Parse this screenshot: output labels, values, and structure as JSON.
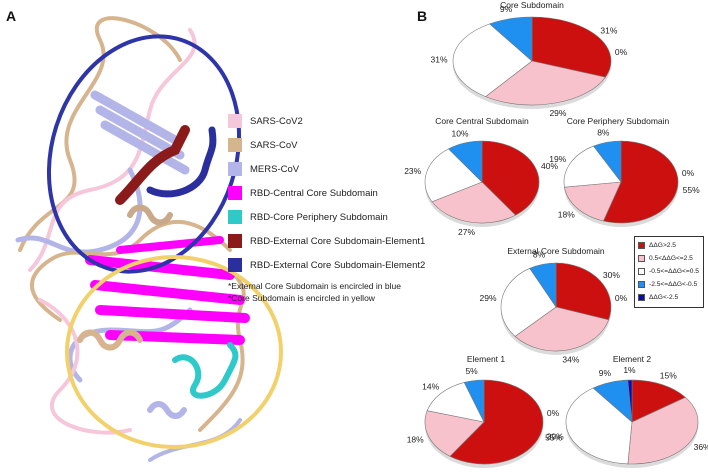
{
  "panels": {
    "a_label": "A",
    "b_label": "B"
  },
  "legend_a": {
    "items": [
      {
        "label": "SARS-CoV2",
        "color": "#f6c6da"
      },
      {
        "label": "SARS-CoV",
        "color": "#d6b48e"
      },
      {
        "label": "MERS-CoV",
        "color": "#b3b5e8"
      },
      {
        "label": "RBD-Central Core Subdomain",
        "color": "#ff00ff"
      },
      {
        "label": "RBD-Core Periphery Subdomain",
        "color": "#2ec9c9"
      },
      {
        "label": "RBD-External Core Subdomain-Element1",
        "color": "#8b1a1a"
      },
      {
        "label": "RBD-External Core Subdomain-Element2",
        "color": "#2b2f9e"
      }
    ],
    "notes": [
      "*External Core Subdomain is encircled in blue",
      "*Core Subdomain is encircled in yellow"
    ]
  },
  "colors": {
    "circle_blue": "#2e35a8",
    "circle_yellow": "#f2d16b"
  },
  "chart_data": {
    "type": "pie",
    "legend": {
      "placement": "right",
      "entries": [
        {
          "label": "ΔΔG>2.5",
          "color": "#cc1010"
        },
        {
          "label": "0.5<ΔΔG<=2.5",
          "color": "#f8c2cc"
        },
        {
          "label": "-0.5<=ΔΔG<=0.5",
          "color": "#ffffff"
        },
        {
          "label": "-2.5<=ΔΔG<-0.5",
          "color": "#1f8ff0"
        },
        {
          "label": "ΔΔG<-2.5",
          "color": "#0a0ab0"
        }
      ]
    },
    "charts": [
      {
        "title": "Core Subdomain",
        "values": [
          31,
          29,
          31,
          9,
          0
        ],
        "labels": [
          "31%",
          "29%",
          "31%",
          "9%",
          "0%"
        ]
      },
      {
        "title": "Core Central Subdomain",
        "values": [
          40,
          27,
          23,
          10,
          0
        ],
        "labels": [
          "40%",
          "27%",
          "23%",
          "10%",
          ""
        ]
      },
      {
        "title": "Core Periphery Subdomain",
        "values": [
          55,
          18,
          19,
          8,
          0
        ],
        "labels": [
          "55%",
          "18%",
          "19%",
          "8%",
          "0%"
        ]
      },
      {
        "title": "External Core Subdomain",
        "values": [
          30,
          34,
          29,
          8,
          0
        ],
        "labels": [
          "30%",
          "34%",
          "29%",
          "8%",
          "0%"
        ]
      },
      {
        "title": "Element 1",
        "values": [
          55,
          18,
          14,
          5,
          0
        ],
        "labels": [
          "55%",
          "18%",
          "14%",
          "5%",
          "0%"
        ]
      },
      {
        "title": "Element 2",
        "values": [
          15,
          36,
          39,
          9,
          1
        ],
        "labels": [
          "15%",
          "36%",
          "39%",
          "9%",
          "1%"
        ]
      }
    ]
  }
}
